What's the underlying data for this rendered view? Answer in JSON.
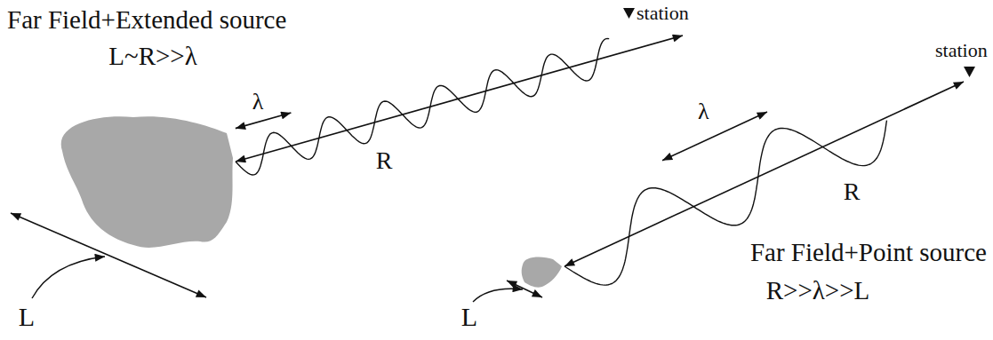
{
  "diagram": {
    "labels": [
      "Far Field+Extended source",
      "L~R>>λ",
      "station",
      "λ",
      "R",
      "L",
      "station",
      "λ",
      "R",
      "L",
      "Far Field+Point source",
      "R>>λ>>L"
    ]
  }
}
